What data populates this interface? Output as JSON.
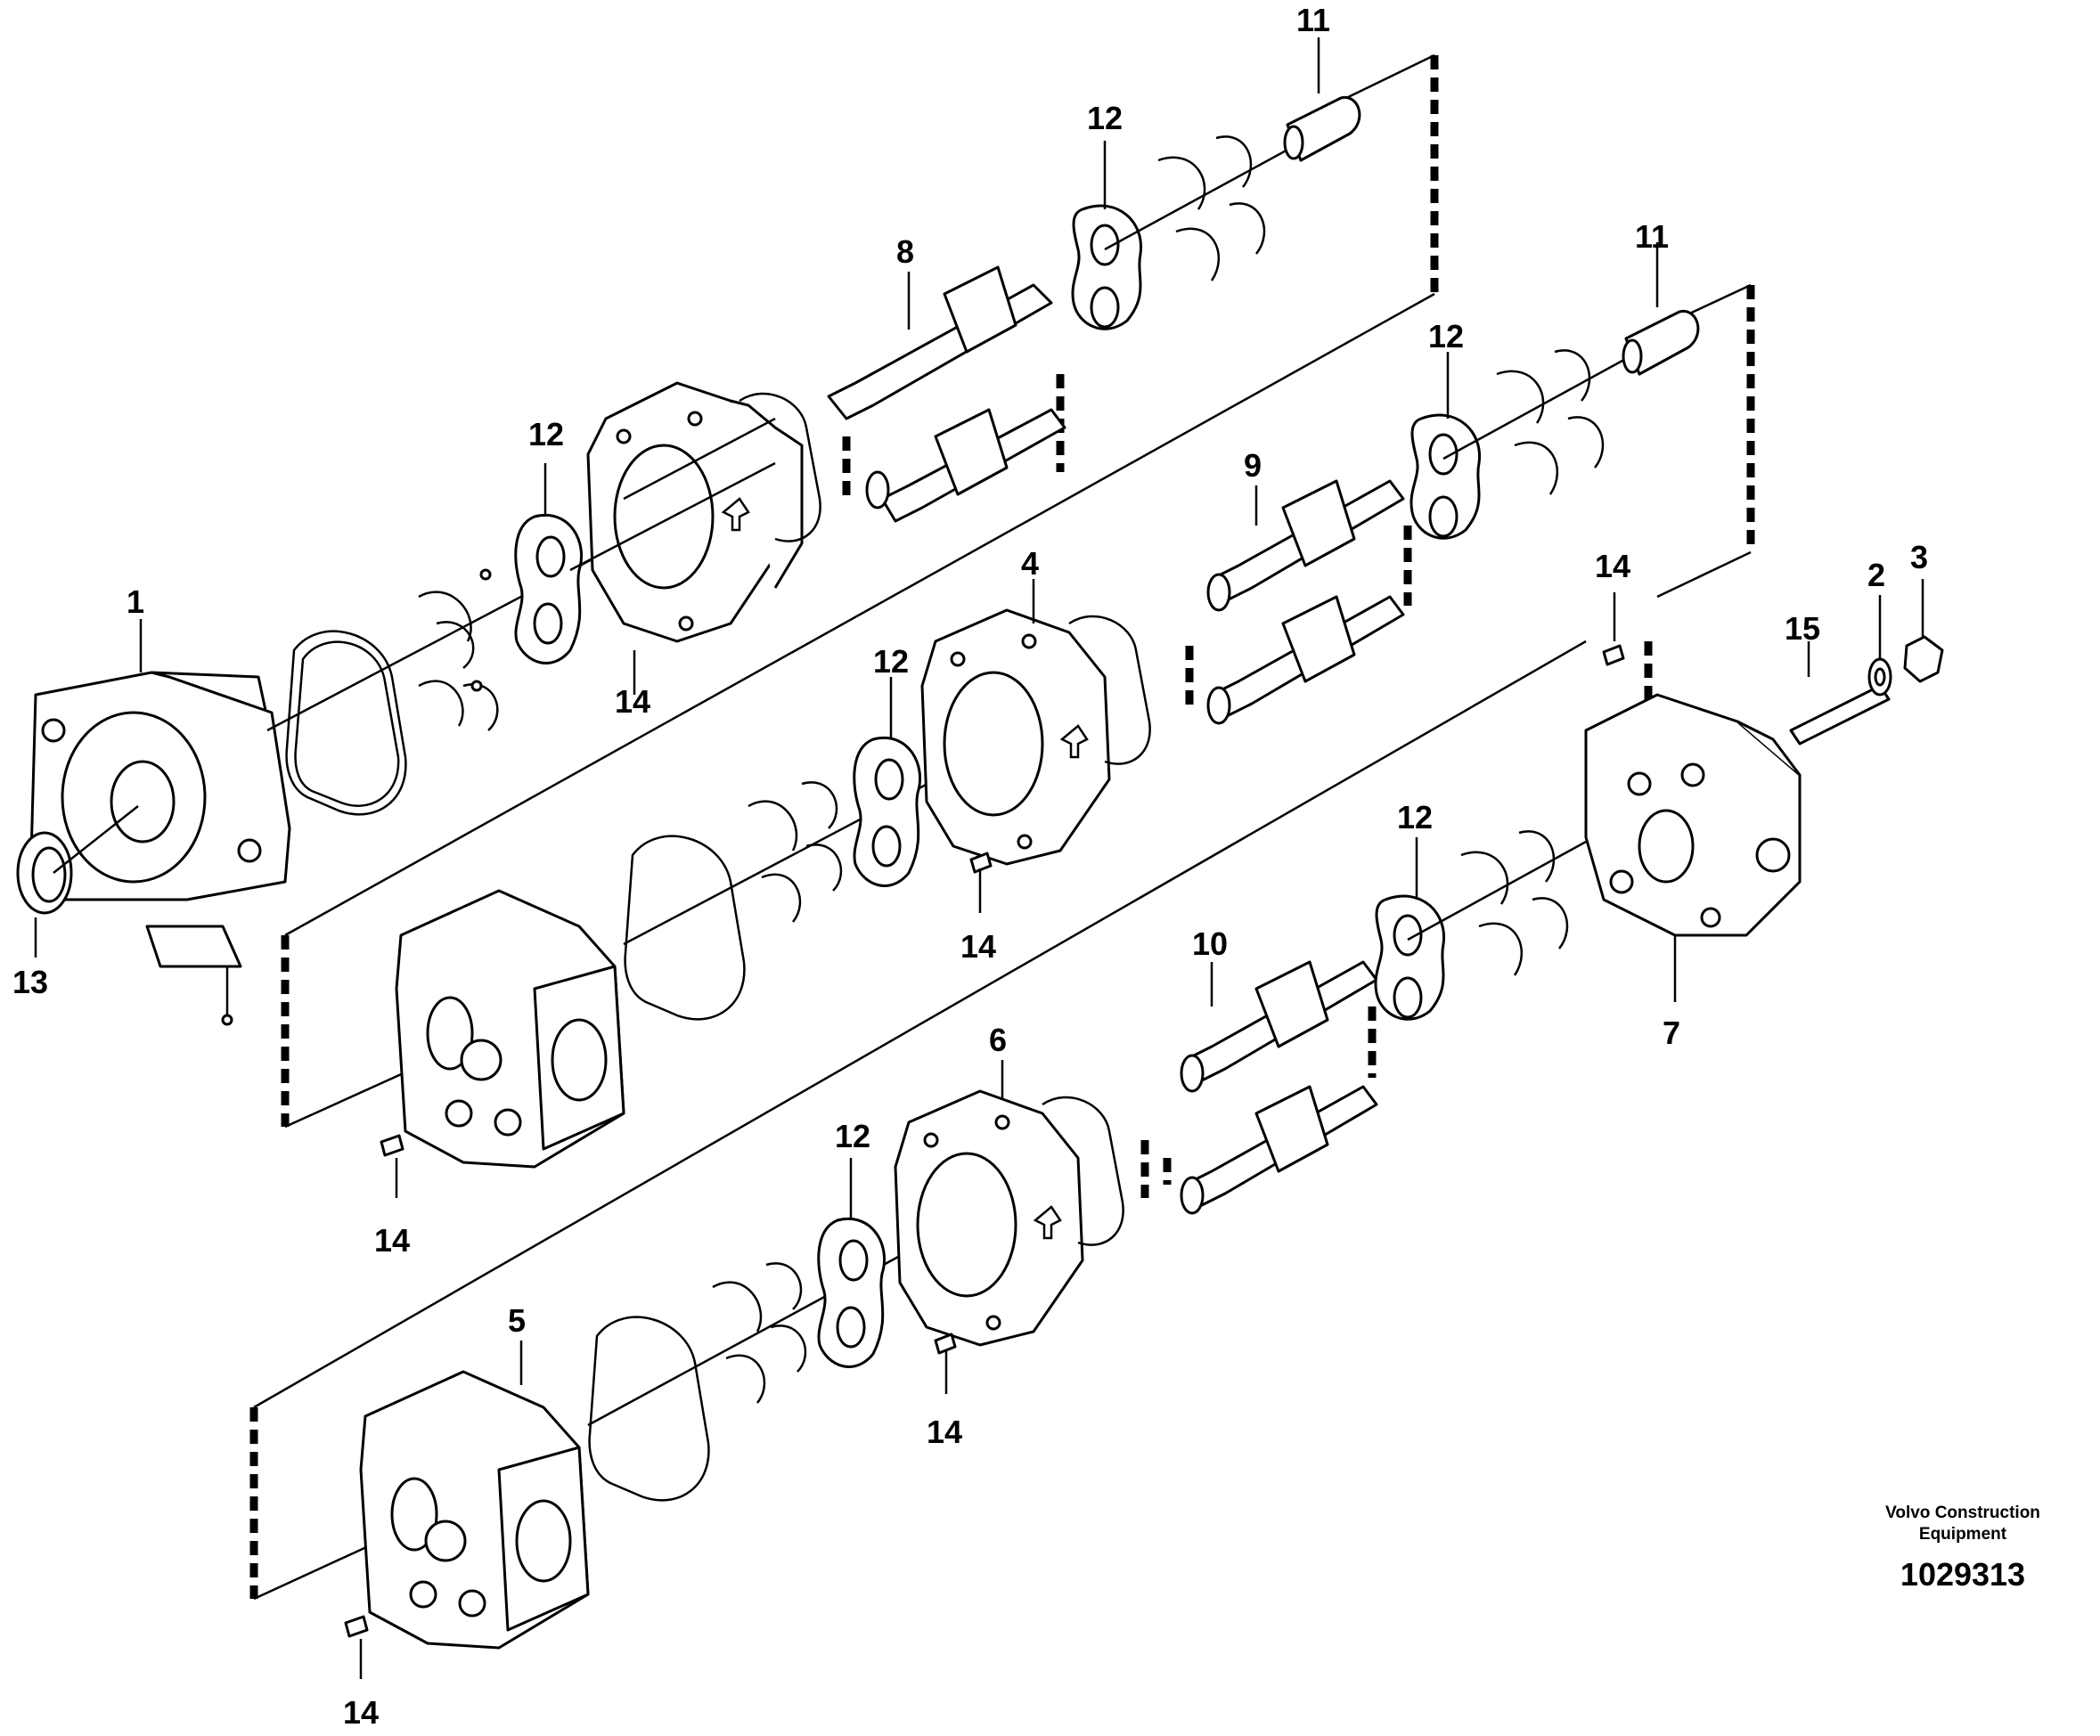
{
  "callouts": [
    {
      "id": "1",
      "text": "1"
    },
    {
      "id": "2",
      "text": "2"
    },
    {
      "id": "3",
      "text": "3"
    },
    {
      "id": "4",
      "text": "4"
    },
    {
      "id": "5",
      "text": "5"
    },
    {
      "id": "6",
      "text": "6"
    },
    {
      "id": "7",
      "text": "7"
    },
    {
      "id": "8",
      "text": "8"
    },
    {
      "id": "9",
      "text": "9"
    },
    {
      "id": "10",
      "text": "10"
    },
    {
      "id": "11a",
      "text": "11"
    },
    {
      "id": "11b",
      "text": "11"
    },
    {
      "id": "12a",
      "text": "12"
    },
    {
      "id": "12b",
      "text": "12"
    },
    {
      "id": "12c",
      "text": "12"
    },
    {
      "id": "12d",
      "text": "12"
    },
    {
      "id": "12e",
      "text": "12"
    },
    {
      "id": "12f",
      "text": "12"
    },
    {
      "id": "13",
      "text": "13"
    },
    {
      "id": "14a",
      "text": "14"
    },
    {
      "id": "14b",
      "text": "14"
    },
    {
      "id": "14c",
      "text": "14"
    },
    {
      "id": "14d",
      "text": "14"
    },
    {
      "id": "14e",
      "text": "14"
    },
    {
      "id": "14f",
      "text": "14"
    },
    {
      "id": "15",
      "text": "15"
    }
  ],
  "credit": {
    "line1": "Volvo Construction",
    "line2": "Equipment",
    "reference": "1029313"
  }
}
